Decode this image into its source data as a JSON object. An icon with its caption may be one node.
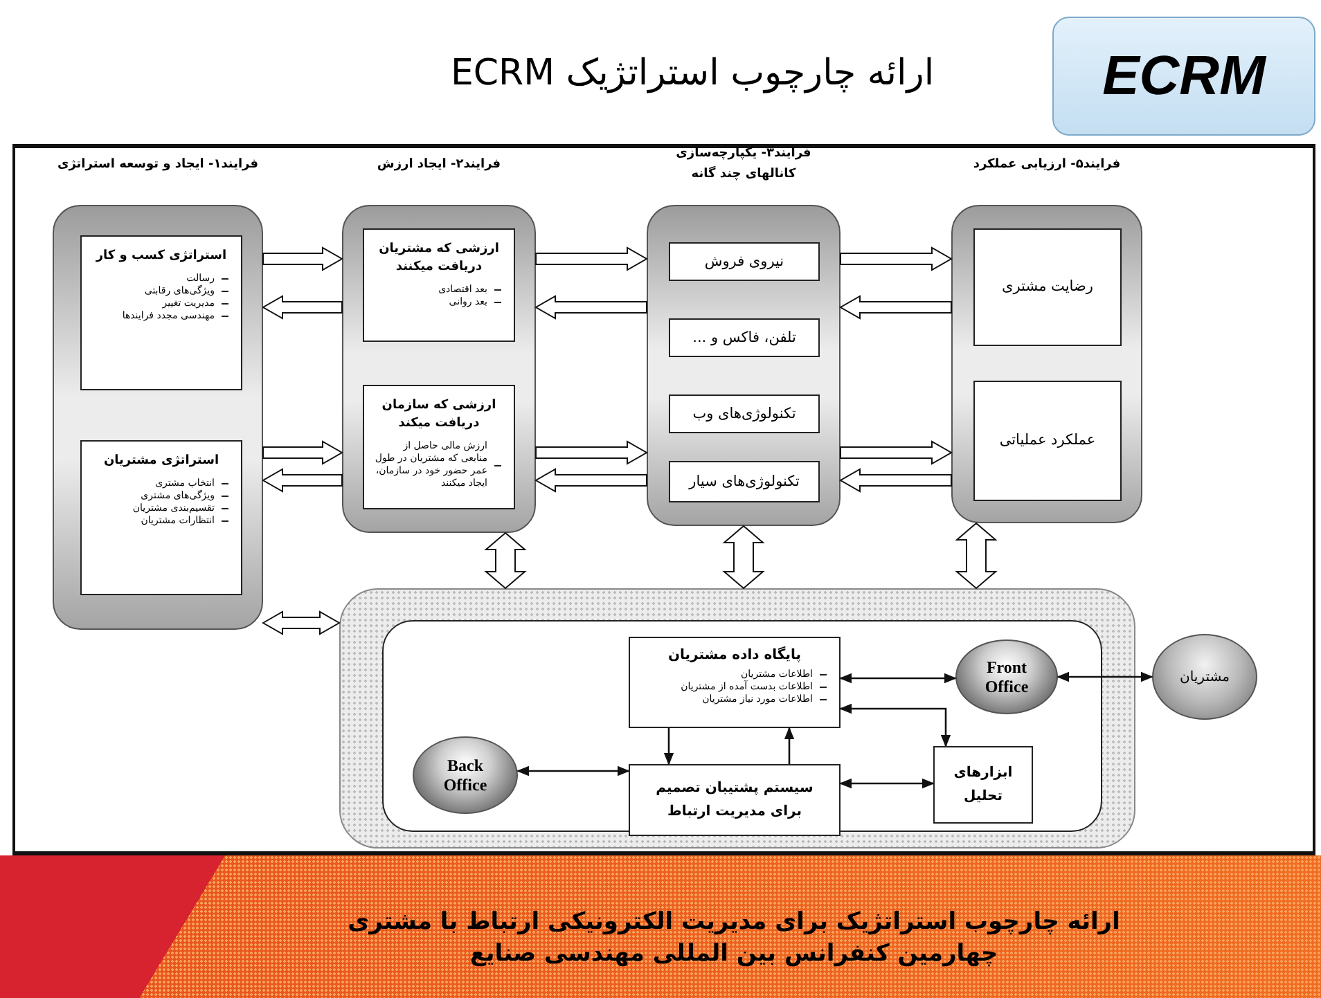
{
  "diagram": {
    "title": "ارائه چارچوب استراتژیک ECRM",
    "caption": "ارائه چارچوب استراتژیک برای مدیریت الکترونیکی ارتباط با مشتری",
    "nodes": [
      {
        "text": [
          "ECRM"
        ]
      },
      {
        "text": [
          "فرایند۱- ایجاد و توسعه استراتژی"
        ]
      },
      {
        "text": [
          "استراتژی کسب و کار",
          "رسالت",
          "ویژگی‌های رقابتی",
          "مدیریت تغییر",
          "مهندسی مجدد فرایندها"
        ],
        "in": 1
      },
      {
        "text": [
          "استراتژی مشتریان",
          "انتخاب مشتری",
          "ویژگی‌های مشتری",
          "تقسیم‌بندی مشتریان",
          "انتظارات مشتریان"
        ],
        "in": 1
      },
      {
        "text": [
          "فرایند۲- ایجاد ارزش"
        ]
      },
      {
        "text": [
          "ارزشی که مشتریان دریافت میکنند",
          "بعد اقتصادی",
          "بعد روانی"
        ],
        "in": 4
      },
      {
        "text": [
          "ارزشی که سازمان دریافت میکند",
          "ارزش مالی حاصل از منابعی که مشتریان در طول عمر حضور خود در سازمان، ایجاد میکنند"
        ],
        "in": 4
      },
      {
        "text": [
          "فرایند۳- یکپارچه‌سازی کانالهای چند گانه"
        ]
      },
      {
        "text": [
          "نیروی فروش"
        ],
        "in": 7
      },
      {
        "text": [
          "تلفن، فاکس و ..."
        ],
        "in": 7
      },
      {
        "text": [
          "تکنولوژی‌های وب"
        ],
        "in": 7
      },
      {
        "text": [
          "تکنولوژی‌های سیار"
        ],
        "in": 7
      },
      {
        "text": [
          "فرایند۵- ارزیابی عملکرد"
        ]
      },
      {
        "text": [
          "رضایت مشتری"
        ],
        "in": 12
      },
      {
        "text": [
          "عملکرد عملیاتی"
        ],
        "in": 12
      },
      {
        "text": [],
        "shape": "box"
      },
      {
        "text": [],
        "shape": "box",
        "in": 15
      },
      {
        "text": [
          "پایگاه داده مشتریان",
          "اطلاعات مشتریان",
          "اطلاعات بدست آمده از مشتریان",
          "اطلاعات مورد نیاز مشتریان"
        ],
        "in": 16
      },
      {
        "text": [
          "Front Office"
        ],
        "in": 16
      },
      {
        "text": [
          "Back Office"
        ],
        "in": 16
      },
      {
        "text": [
          "سیستم پشتیبان تصمیم برای مدیریت ارتباط"
        ],
        "in": 16
      },
      {
        "text": [
          "ابزارهای تحلیل"
        ],
        "in": 16
      },
      {
        "text": [
          "مشتریان"
        ]
      }
    ],
    "edges": [
      {
        "from": 1,
        "to": 4,
        "arrow": "to"
      },
      {
        "from": 4,
        "to": 1,
        "arrow": "to"
      },
      {
        "from": 1,
        "to": 4,
        "arrow": "to"
      },
      {
        "from": 4,
        "to": 1,
        "arrow": "to"
      },
      {
        "from": 4,
        "to": 7,
        "arrow": "to"
      },
      {
        "from": 7,
        "to": 4,
        "arrow": "to"
      },
      {
        "from": 4,
        "to": 7,
        "arrow": "to"
      },
      {
        "from": 7,
        "to": 4,
        "arrow": "to"
      },
      {
        "from": 7,
        "to": 12,
        "arrow": "to"
      },
      {
        "from": 12,
        "to": 7,
        "arrow": "to"
      },
      {
        "from": 7,
        "to": 12,
        "arrow": "to"
      },
      {
        "from": 12,
        "to": 7,
        "arrow": "to"
      },
      {
        "from": 1,
        "to": 15,
        "arrow": "both"
      },
      {
        "from": 4,
        "to": 15,
        "arrow": "both"
      },
      {
        "from": 7,
        "to": 15,
        "arrow": "both"
      },
      {
        "from": 12,
        "to": 15,
        "arrow": "both"
      },
      {
        "from": 17,
        "to": 18,
        "arrow": "both"
      },
      {
        "from": 17,
        "to": 21,
        "arrow": "both"
      },
      {
        "from": 17,
        "to": 20,
        "arrow": "to"
      },
      {
        "from": 20,
        "to": 17,
        "arrow": "to"
      },
      {
        "from": 19,
        "to": 20,
        "arrow": "both"
      },
      {
        "from": 20,
        "to": 21,
        "arrow": "both"
      },
      {
        "from": 18,
        "to": 22,
        "arrow": "both"
      }
    ],
    "labels": [
      "چهارمین کنفرانس بین المللی مهندسی صنایع"
    ]
  }
}
